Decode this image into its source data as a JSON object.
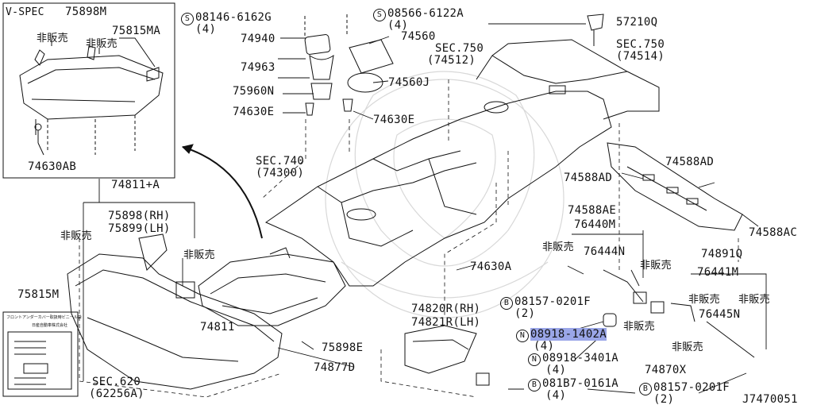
{
  "inset_top": {
    "title": "V-SPEC",
    "part_top": "75898M",
    "not_for_sale_1": "非販売",
    "not_for_sale_2": "非販売",
    "part_right": "75815MA",
    "part_bottom": "74630AB"
  },
  "inset_label_card": {
    "title_line": "フロントアンダーカバー取扱時ビニール袋",
    "maker_line": "日産自動車株式会社"
  },
  "callouts": {
    "bolt_top_code": "08146-6162G",
    "bolt_top_prefix": "S",
    "bolt_top_qty": "(4)",
    "p74940": "74940",
    "p74963": "74963",
    "p75960N": "75960N",
    "p74630E_l": "74630E",
    "bolt2_code": "08566-6122A",
    "bolt2_prefix": "S",
    "bolt2_qty": "(4)",
    "p74560": "74560",
    "p74560J": "74560J",
    "p74630E_r": "74630E",
    "sec750a": "SEC.750",
    "sec750a_sub": "(74512)",
    "p57210Q": "57210Q",
    "sec750b": "SEC.750",
    "sec750b_sub": "(74514)",
    "sec740": "SEC.740",
    "sec740_sub": "(74300)",
    "p74811A": "74811+A",
    "p75898": "75898(RH)",
    "p75899": "75899(LH)",
    "nfs_a": "非販売",
    "nfs_b": "非販売",
    "p75815M": "75815M",
    "p74811": "74811",
    "p75898E": "75898E",
    "p74877D": "74877D",
    "sec620": "SEC.620",
    "sec620_sub": "(62256A)",
    "p74630A": "74630A",
    "p74820R": "74820R(RH)",
    "p74821R": "74821R(LH)",
    "p74588AD_l": "74588AD",
    "p74588AD_r": "74588AD",
    "p74588AE": "74588AE",
    "p74588AC": "74588AC",
    "p76440M": "76440M",
    "p74891Q": "74891Q",
    "nfs_c": "非販売",
    "p76444N": "76444N",
    "nfs_d": "非販売",
    "b08157_l_prefix": "B",
    "b08157_l": "08157-0201F",
    "b08157_l_qty": "(2)",
    "n08918_1402_prefix": "N",
    "n08918_1402": "08918-1402A",
    "n08918_1402_qty": "(4)",
    "n08918_3401_prefix": "N",
    "n08918_3401": "08918-3401A",
    "n08918_3401_qty": "(4)",
    "b081B7_prefix": "B",
    "b081B7": "081B7-0161A",
    "b081B7_qty": "(4)",
    "nfs_e": "非販売",
    "nfs_f": "非販売",
    "nfs_g": "非販売",
    "nfs_h": "非販売",
    "p76441M": "76441M",
    "p76445N": "76445N",
    "p74870X": "74870X",
    "b08157_r_prefix": "B",
    "b08157_r": "08157-0201F",
    "b08157_r_qty": "(2)",
    "diagram_id": "J7470051"
  }
}
